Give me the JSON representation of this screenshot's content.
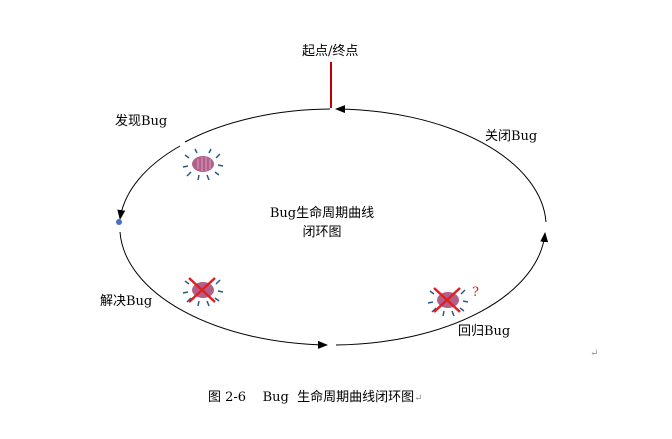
{
  "labels": {
    "start_end": "起点/终点",
    "discover": "发现Bug",
    "close": "关闭Bug",
    "resolve": "解决Bug",
    "regress": "回归Bug",
    "question": "?"
  },
  "center_title": {
    "line1": "Bug生命周期曲线",
    "line2": "闭环图"
  },
  "caption": {
    "text": "图 2-6    Bug  生命周期曲线闭环图",
    "mark": "↵"
  },
  "stray_mark": "↵",
  "colors": {
    "start_line": "#c00000",
    "bug_body": "#b0608a",
    "bug_legs": "#2a5a8a",
    "cross": "#e02020",
    "dot": "#4472c4"
  }
}
